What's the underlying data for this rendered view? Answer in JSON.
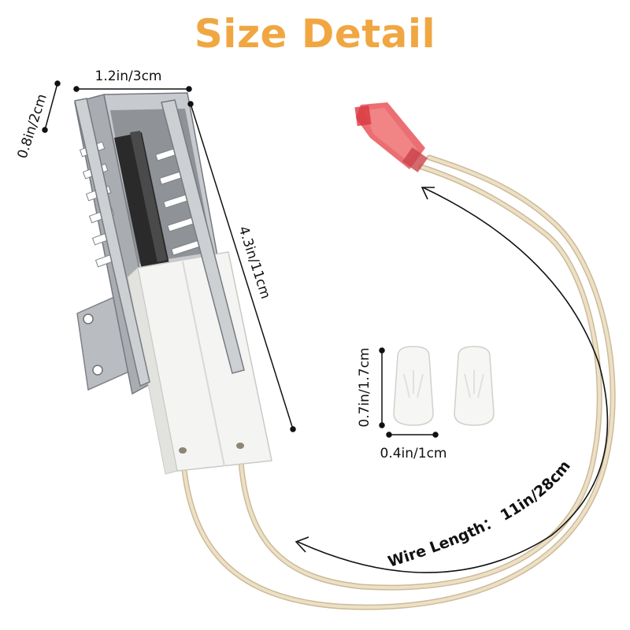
{
  "title": "Size Detail",
  "colors": {
    "title": "#F0A742",
    "metal": "#B9BDC2",
    "metal_dark": "#8C9096",
    "ceramic": "#F4F4F2",
    "element": "#2A2A2A",
    "wire": "#E6D6B8",
    "terminal": "#E8555A",
    "line": "#111111"
  },
  "dimensions": {
    "width": "1.2in/3cm",
    "depth": "0.8in/2cm",
    "length": "4.3in/11cm",
    "cap_height": "0.7in/1.7cm",
    "cap_width": "0.4in/1cm",
    "wire_length": "Wire Length： 11in/28cm"
  }
}
